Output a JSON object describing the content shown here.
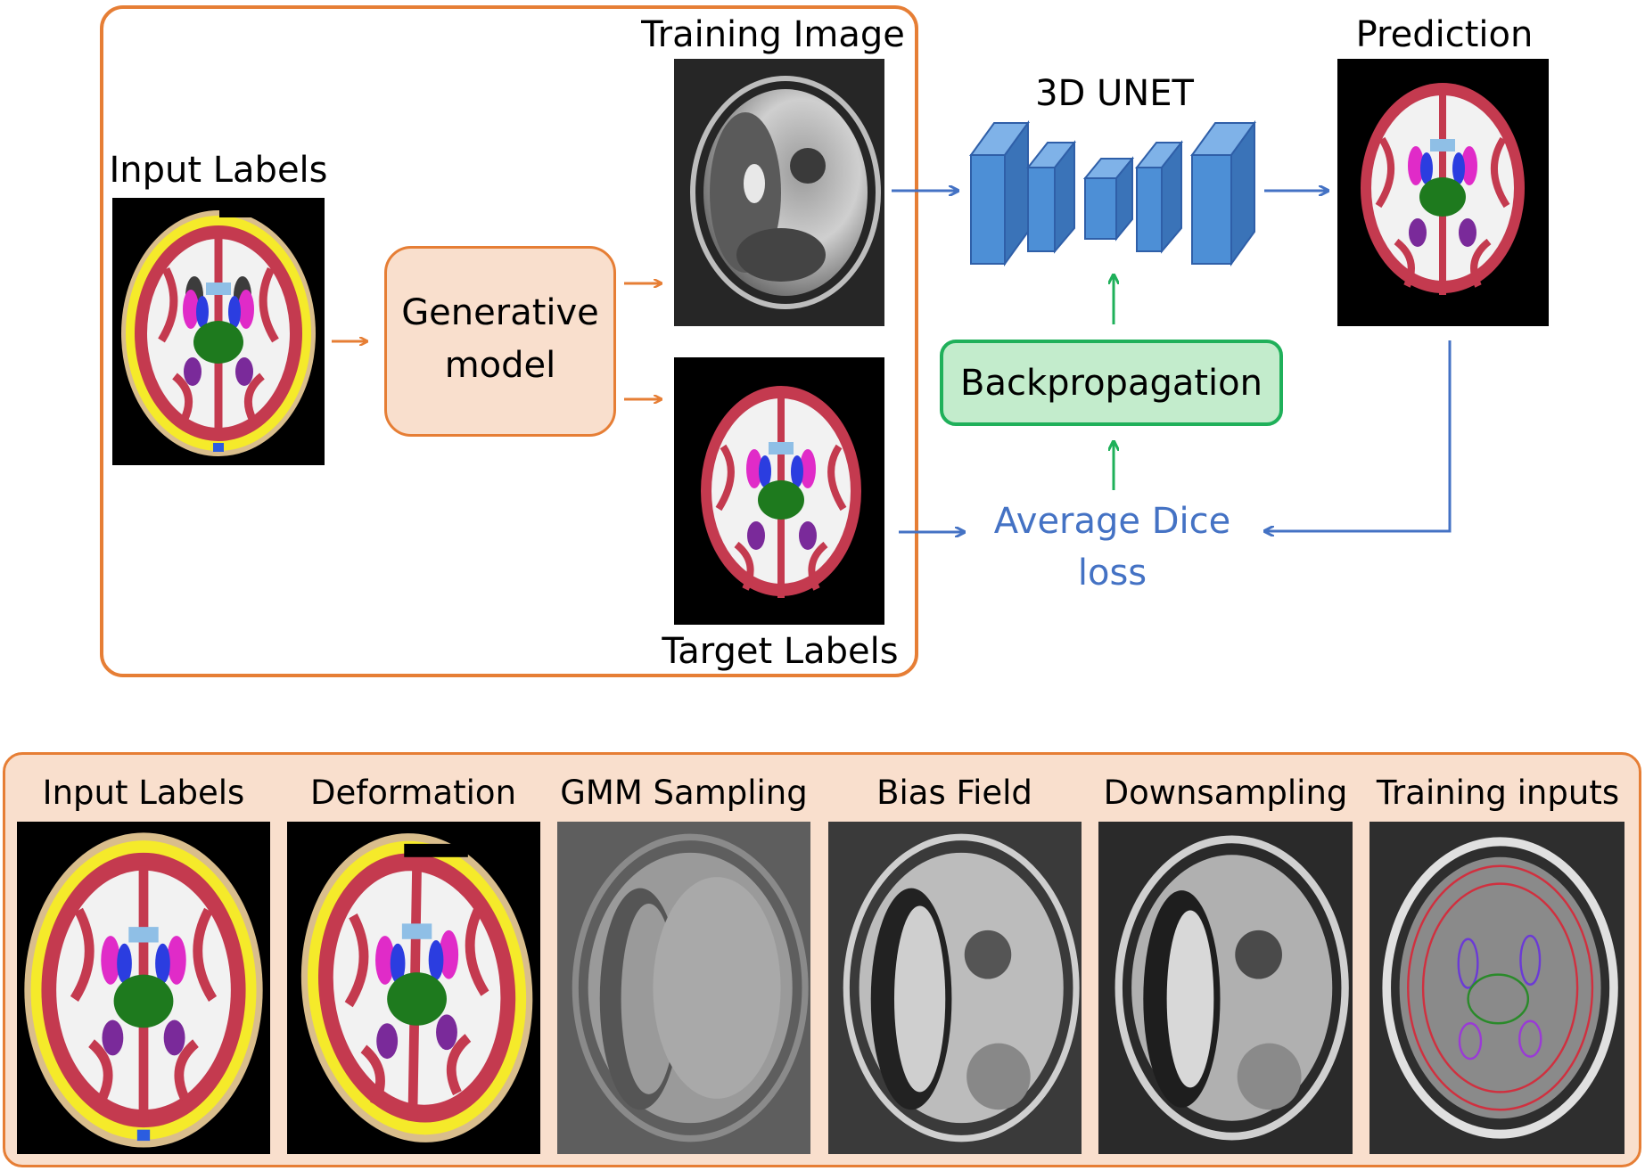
{
  "top": {
    "input_labels": "Input Labels",
    "generative_model_line1": "Generative",
    "generative_model_line2": "model",
    "training_image": "Training Image",
    "target_labels": "Target Labels",
    "unet": "3D UNET",
    "prediction": "Prediction",
    "backprop": "Backpropagation",
    "dice_line1": "Average Dice",
    "dice_line2": "loss"
  },
  "bottom": {
    "steps": [
      "Input Labels",
      "Deformation",
      "GMM Sampling",
      "Bias Field",
      "Downsampling",
      "Training inputs"
    ]
  },
  "colors": {
    "orange": "#e67e35",
    "orange_fill": "#f9dfcd",
    "green": "#1fb05a",
    "green_fill": "#c3eccc",
    "blue": "#4472c4",
    "unet_blue": "#4d8fd6"
  }
}
